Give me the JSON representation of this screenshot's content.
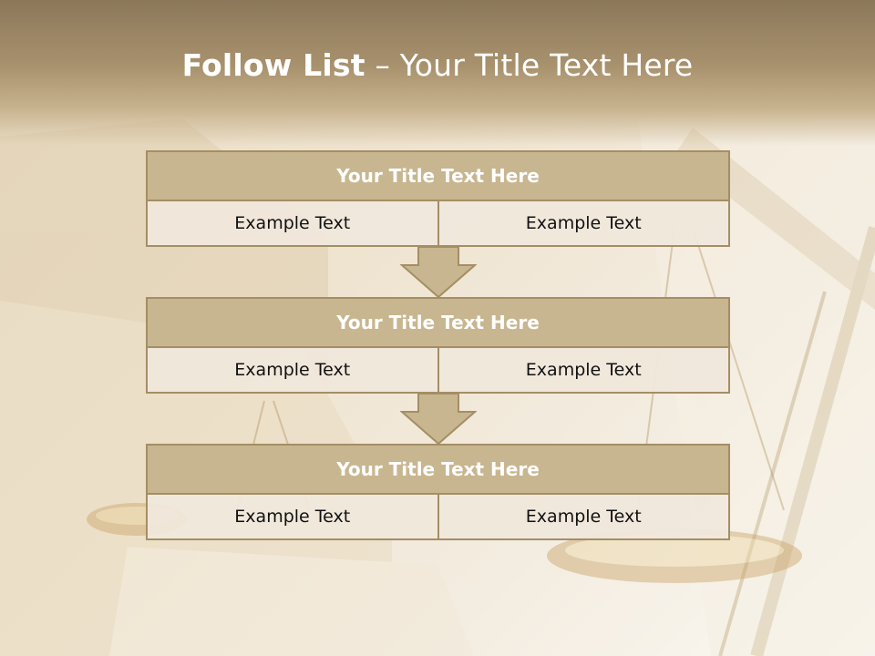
{
  "slide": {
    "title_bold": "Follow List",
    "title_rest": " – Your Title Text Here"
  },
  "rows": [
    {
      "title": "Your Title Text Here",
      "cells": [
        "Example Text",
        "Example Text"
      ]
    },
    {
      "title": "Your Title Text Here",
      "cells": [
        "Example Text",
        "Example Text"
      ]
    },
    {
      "title": "Your Title Text Here",
      "cells": [
        "Example Text",
        "Example Text"
      ]
    }
  ],
  "colors": {
    "header": "#c8b690",
    "border": "#a48e65",
    "cell": "#f0e8dc",
    "arrow": "#c8b690"
  }
}
